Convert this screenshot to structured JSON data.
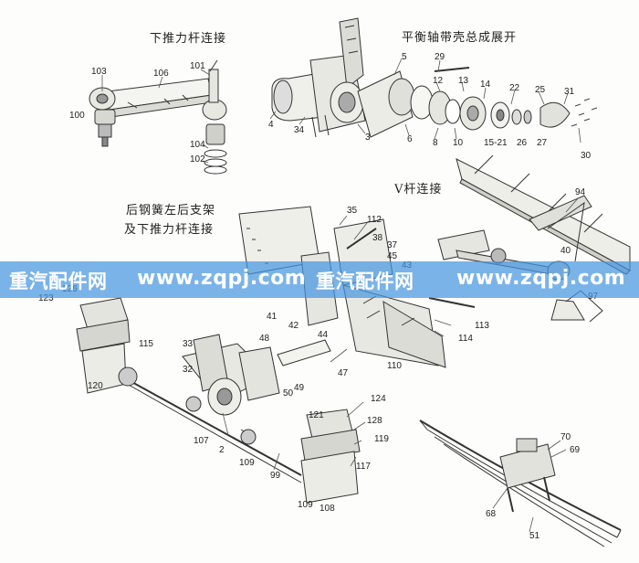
{
  "section_titles": {
    "lower_thrust_rod": "下推力杆连接",
    "balance_shaft_housing": "平衡轴带壳总成展开",
    "rear_spring_bracket_1": "后钢簧左后支架",
    "rear_spring_bracket_2": "及下推力杆连接",
    "v_rod": "V杆连接"
  },
  "part_numbers": {
    "p103": "103",
    "p106": "106",
    "p101": "101",
    "p100": "100",
    "p104": "104",
    "p102": "102",
    "p5": "5",
    "p29": "29",
    "p12": "12",
    "p13": "13",
    "p14": "14",
    "p22": "22",
    "p25": "25",
    "p31": "31",
    "p4": "4",
    "p34": "34",
    "p3": "3",
    "p6": "6",
    "p8": "8",
    "p10": "10",
    "p15_21": "15-21",
    "p26": "26",
    "p27": "27",
    "p30": "30",
    "p94": "94",
    "p35": "35",
    "p112": "112",
    "p38": "38",
    "p37": "37",
    "p45": "45",
    "p43": "43",
    "p41": "41",
    "p42": "42",
    "p44": "44",
    "p113": "113",
    "p114": "114",
    "p110": "110",
    "p40": "40",
    "p97": "97",
    "p126": "126",
    "p123": "123",
    "p115": "115",
    "p120": "120",
    "p33": "33",
    "p32": "32",
    "p48": "48",
    "p47": "47",
    "p50": "50",
    "p49": "49",
    "p107": "107",
    "p2": "2",
    "p109a": "109",
    "p124": "124",
    "p121": "121",
    "p128": "128",
    "p119": "119",
    "p117": "117",
    "p99": "99",
    "p109b": "109",
    "p108": "108",
    "p70": "70",
    "p69": "69",
    "p68": "68",
    "p51": "51"
  },
  "watermark": {
    "brand_1": "重汽配件网",
    "url_1": "www.zqpj.com",
    "brand_2": "重汽配件网",
    "url_2": "www.zqpj.com"
  }
}
